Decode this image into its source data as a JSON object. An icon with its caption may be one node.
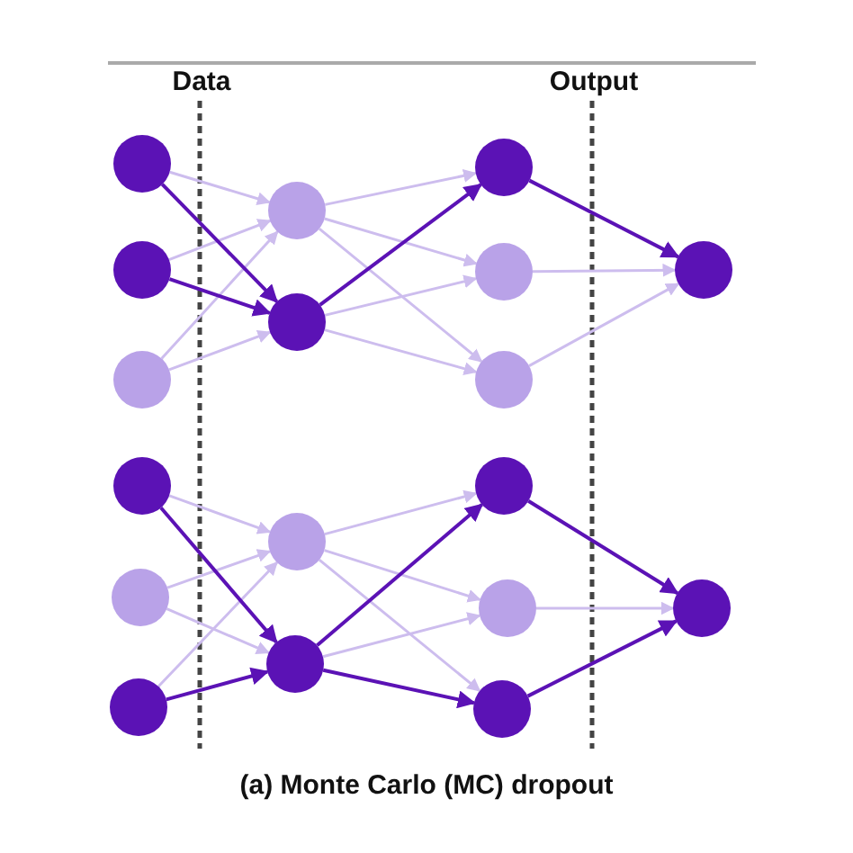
{
  "diagram": {
    "caption": "(a) Monte Carlo (MC) dropout",
    "nodes": [
      {
        "text": [],
        "shape": "circle"
      },
      {
        "text": [],
        "shape": "circle"
      },
      {
        "text": [],
        "shape": "circle"
      },
      {
        "text": [],
        "shape": "circle"
      },
      {
        "text": [],
        "shape": "circle"
      },
      {
        "text": [],
        "shape": "circle"
      },
      {
        "text": [],
        "shape": "circle"
      },
      {
        "text": [],
        "shape": "circle"
      },
      {
        "text": [],
        "shape": "circle"
      },
      {
        "text": [],
        "shape": "circle"
      },
      {
        "text": [],
        "shape": "circle"
      },
      {
        "text": [],
        "shape": "circle"
      },
      {
        "text": [],
        "shape": "circle"
      },
      {
        "text": [],
        "shape": "circle"
      },
      {
        "text": [],
        "shape": "circle"
      },
      {
        "text": [],
        "shape": "circle"
      },
      {
        "text": [],
        "shape": "circle"
      },
      {
        "text": [],
        "shape": "circle"
      }
    ],
    "edges": [
      {
        "from": 0,
        "to": 3,
        "arrow": "to"
      },
      {
        "from": 0,
        "to": 4,
        "arrow": "to",
        "color": "#5b12b5"
      },
      {
        "from": 1,
        "to": 3,
        "arrow": "to"
      },
      {
        "from": 1,
        "to": 4,
        "arrow": "to",
        "color": "#5b12b5"
      },
      {
        "from": 2,
        "to": 3,
        "arrow": "to"
      },
      {
        "from": 2,
        "to": 4,
        "arrow": "to"
      },
      {
        "from": 3,
        "to": 5,
        "arrow": "to"
      },
      {
        "from": 3,
        "to": 6,
        "arrow": "to"
      },
      {
        "from": 3,
        "to": 7,
        "arrow": "to"
      },
      {
        "from": 4,
        "to": 5,
        "arrow": "to",
        "color": "#5b12b5"
      },
      {
        "from": 4,
        "to": 6,
        "arrow": "to"
      },
      {
        "from": 4,
        "to": 7,
        "arrow": "to"
      },
      {
        "from": 5,
        "to": 8,
        "arrow": "to",
        "color": "#5b12b5"
      },
      {
        "from": 6,
        "to": 8,
        "arrow": "to"
      },
      {
        "from": 7,
        "to": 8,
        "arrow": "to"
      },
      {
        "from": 9,
        "to": 12,
        "arrow": "to"
      },
      {
        "from": 9,
        "to": 13,
        "arrow": "to",
        "color": "#5b12b5"
      },
      {
        "from": 10,
        "to": 12,
        "arrow": "to"
      },
      {
        "from": 10,
        "to": 13,
        "arrow": "to"
      },
      {
        "from": 11,
        "to": 12,
        "arrow": "to"
      },
      {
        "from": 11,
        "to": 13,
        "arrow": "to",
        "color": "#5b12b5"
      },
      {
        "from": 12,
        "to": 14,
        "arrow": "to"
      },
      {
        "from": 12,
        "to": 15,
        "arrow": "to"
      },
      {
        "from": 12,
        "to": 16,
        "arrow": "to"
      },
      {
        "from": 13,
        "to": 14,
        "arrow": "to",
        "color": "#5b12b5"
      },
      {
        "from": 13,
        "to": 15,
        "arrow": "to"
      },
      {
        "from": 13,
        "to": 16,
        "arrow": "to",
        "color": "#5b12b5"
      },
      {
        "from": 14,
        "to": 17,
        "arrow": "to",
        "color": "#5b12b5"
      },
      {
        "from": 15,
        "to": 17,
        "arrow": "to"
      },
      {
        "from": 16,
        "to": 17,
        "arrow": "to",
        "color": "#5b12b5"
      }
    ],
    "labels": [
      "Data",
      "Output"
    ]
  }
}
